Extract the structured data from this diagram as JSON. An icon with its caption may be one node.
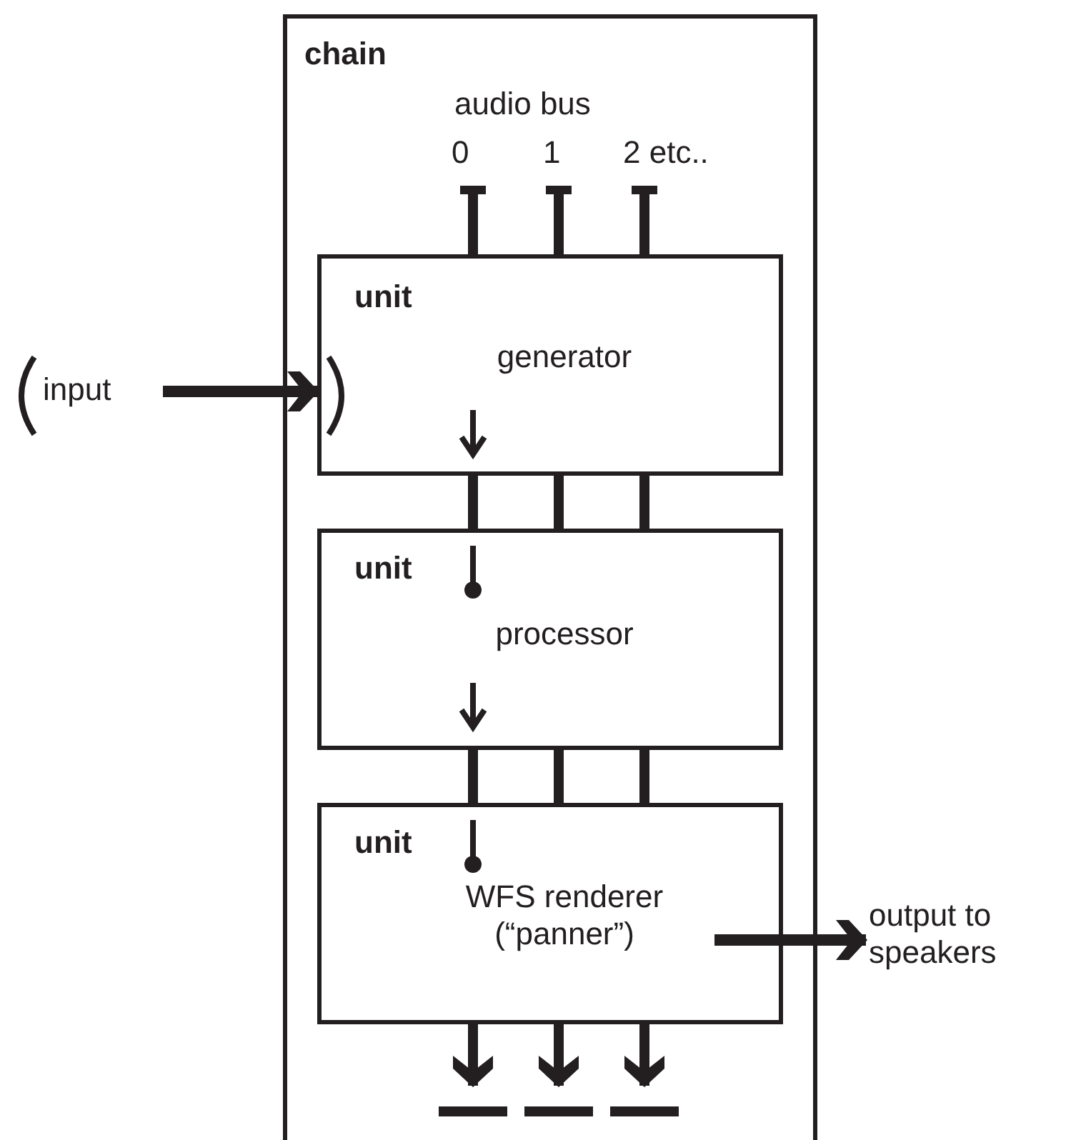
{
  "diagram": {
    "nodes": [
      {
        "text": [
          "chain"
        ]
      },
      {
        "text": [
          "unit",
          "generator"
        ],
        "in": 0
      },
      {
        "text": [
          "unit",
          "processor"
        ],
        "in": 0
      },
      {
        "text": [
          "unit",
          "WFS renderer (“panner”)"
        ],
        "in": 0
      },
      {
        "text": [
          "input"
        ]
      },
      {
        "text": [
          "output to speakers"
        ]
      }
    ],
    "edges": [
      {
        "from": null,
        "to": 1,
        "arrow": "other"
      },
      {
        "from": null,
        "to": 1,
        "arrow": "other"
      },
      {
        "from": null,
        "to": 1,
        "arrow": "other"
      },
      {
        "from": 1,
        "to": 2,
        "arrow": "none"
      },
      {
        "from": 1,
        "to": 2,
        "arrow": "none"
      },
      {
        "from": 1,
        "to": 2,
        "arrow": "none"
      },
      {
        "from": 2,
        "to": 3,
        "arrow": "none"
      },
      {
        "from": 2,
        "to": 3,
        "arrow": "none"
      },
      {
        "from": 2,
        "to": 3,
        "arrow": "none"
      },
      {
        "from": 3,
        "to": null,
        "arrow": "to"
      },
      {
        "from": 3,
        "to": null,
        "arrow": "to"
      },
      {
        "from": 3,
        "to": null,
        "arrow": "to"
      },
      {
        "from": 4,
        "to": 1,
        "arrow": "to"
      },
      {
        "from": 3,
        "to": 5,
        "arrow": "to"
      }
    ],
    "labels": [
      "audio bus",
      "0",
      "1",
      "2 etc.."
    ]
  }
}
